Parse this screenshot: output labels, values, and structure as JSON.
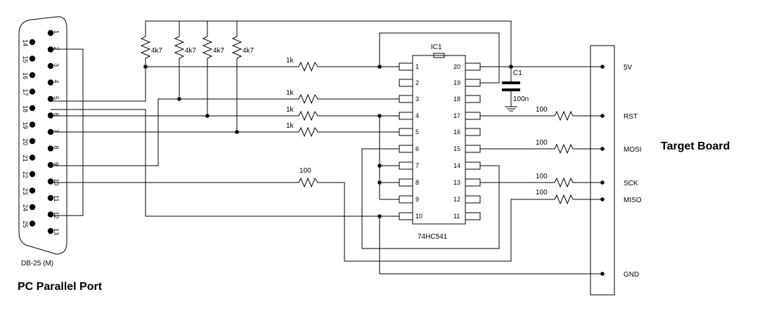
{
  "connector": {
    "name": "DB-25 (M)",
    "title": "PC Parallel Port",
    "top_pins": [
      "1",
      "2",
      "3",
      "4",
      "5",
      "6",
      "7",
      "8",
      "9",
      "10",
      "11",
      "12",
      "13"
    ],
    "bottom_pins": [
      "14",
      "15",
      "16",
      "17",
      "18",
      "19",
      "20",
      "21",
      "22",
      "23",
      "24",
      "25"
    ]
  },
  "pullups": [
    {
      "value": "4k7"
    },
    {
      "value": "4k7"
    },
    {
      "value": "4k7"
    },
    {
      "value": "4k7"
    }
  ],
  "series_resistors": {
    "r1k_a": "1k",
    "r1k_b": "1k",
    "r1k_c": "1k",
    "r1k_d": "1k",
    "r100_left": "100",
    "r100_rst": "100",
    "r100_mosi": "100",
    "r100_sck": "100",
    "r100_miso": "100"
  },
  "ic": {
    "ref": "IC1",
    "part": "74HC541",
    "left_pins": [
      "1",
      "2",
      "3",
      "4",
      "5",
      "6",
      "7",
      "8",
      "9",
      "10"
    ],
    "right_pins": [
      "20",
      "19",
      "18",
      "17",
      "16",
      "15",
      "14",
      "13",
      "12",
      "11"
    ]
  },
  "capacitor": {
    "ref": "C1",
    "value": "100n"
  },
  "target": {
    "title": "Target Board",
    "signals": [
      "5V",
      "RST",
      "MOSI",
      "SCK",
      "MISO",
      "GND"
    ]
  }
}
